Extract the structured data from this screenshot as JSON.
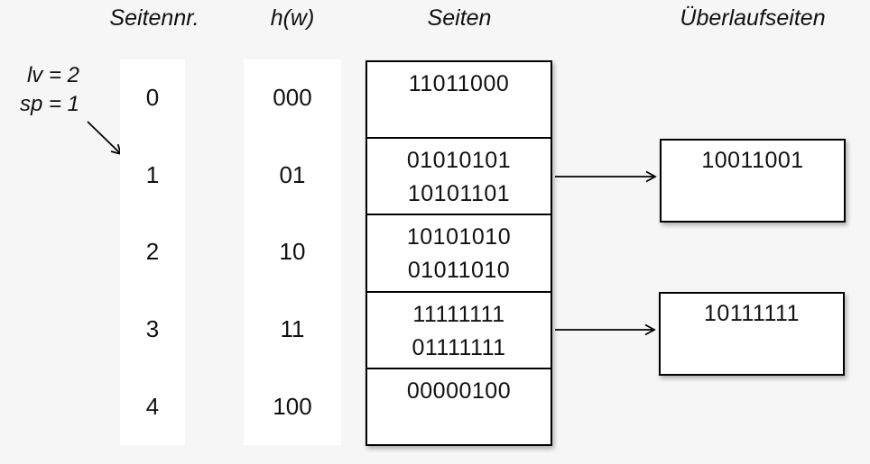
{
  "colors": {
    "background": "#f6f6f6",
    "box_fill": "#ffffff",
    "line": "#000000"
  },
  "headers": {
    "page_number": "Seitennr.",
    "hash_function": "h(w)",
    "pages": "Seiten",
    "overflow_pages": "Überlaufseiten"
  },
  "state": {
    "level": "lv = 2",
    "split_pointer": "sp = 1"
  },
  "table": {
    "rows": [
      {
        "page_no": "0",
        "hash": "000",
        "entries": [
          "11011000"
        ]
      },
      {
        "page_no": "1",
        "hash": "01",
        "entries": [
          "01010101",
          "10101101"
        ],
        "overflow": "10011001"
      },
      {
        "page_no": "2",
        "hash": "10",
        "entries": [
          "10101010",
          "01011010"
        ]
      },
      {
        "page_no": "3",
        "hash": "11",
        "entries": [
          "11111111",
          "01111111"
        ],
        "overflow": "10111111"
      },
      {
        "page_no": "4",
        "hash": "100",
        "entries": [
          "00000100"
        ]
      }
    ]
  }
}
